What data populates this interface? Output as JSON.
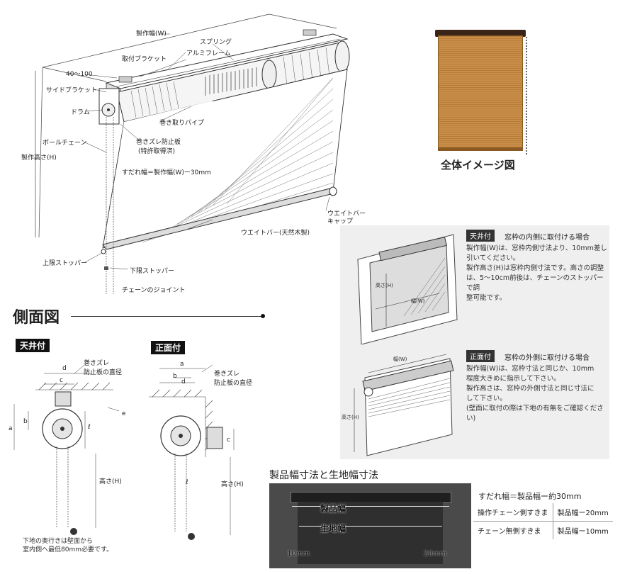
{
  "main_diagram": {
    "labels": {
      "width_w": "製作幅(W)",
      "spring": "スプリング",
      "mount_bracket": "取付ブラケット",
      "aluminum_frame": "アルミフレーム",
      "dim_40_100": "40〜100",
      "side_bracket": "サイドブラケット",
      "drum": "ドラム",
      "winding_pipe": "巻き取りパイプ",
      "ball_chain": "ボールチェーン",
      "anti_slip_plate_1": "巻きズレ防止板",
      "anti_slip_plate_2": "(特許取得済)",
      "height_h": "製作高さ(H)",
      "fabric_width": "すだれ幅＝製作幅(W)ー30mm",
      "weight_bar_cap_1": "ウエイトバー",
      "weight_bar_cap_2": "キャップ",
      "weight_bar": "ウエイトバー(天然木製)",
      "upper_stopper": "上限ストッパー",
      "lower_stopper": "下限ストッパー",
      "chain_joint": "チェーンのジョイント"
    }
  },
  "product_image": {
    "caption": "全体イメージ図"
  },
  "side_view": {
    "title": "側面図",
    "ceiling": {
      "tag": "天井付",
      "labels": {
        "d": "d",
        "c": "c",
        "a": "a",
        "b": "b",
        "l": "ℓ",
        "e": "e",
        "height": "高さ(H)"
      },
      "anti_slip_1": "巻きズレ",
      "anti_slip_2": "防止板の直径",
      "note": "下地の奥行きは壁面から\n室内側へ最低80mm必要です。"
    },
    "front": {
      "tag": "正面付",
      "labels": {
        "a": "a",
        "b": "b",
        "d": "d",
        "c": "c",
        "l": "ℓ",
        "height": "高さ(H)"
      },
      "anti_slip_1": "巻きズレ",
      "anti_slip_2": "防止板の直径"
    }
  },
  "mounting": {
    "inside": {
      "tag": "天井付",
      "heading": "窓枠の内側に取付ける場合",
      "text": "製作幅(W)は、窓枠内側寸法より、10mm差し\n引いてください。\n製作高さ(H)は窓枠内側寸法です。高さの調整\nは、5〜10cm前後は、チェーンのストッパーで調\n整可能です。",
      "dim_h": "高さ(H)",
      "dim_w": "幅(W)"
    },
    "outside": {
      "tag": "正面付",
      "heading": "窓枠の外側に取付ける場合",
      "text": "製作幅(W)は、窓枠寸法と同じか、10mm\n程度大きめに指示して下さい。\n製作高さは、窓枠の外側寸法と同じ寸法に\nして下さい。\n(壁面に取付の際は下地の有無をご確認ください)",
      "dim_h": "高さ(H)",
      "dim_w": "幅(W)"
    }
  },
  "dimensions": {
    "title": "製品幅寸法と生地幅寸法",
    "photo_labels": {
      "product_width": "製品幅",
      "fabric_width": "生地幅",
      "left_gap": "10mm",
      "right_gap": "20mm"
    },
    "formula": "すだれ幅＝製品幅ー約30mm",
    "table": [
      {
        "label": "操作チェーン側すきま",
        "value": "製品幅ー20mm"
      },
      {
        "label": "チェーン無側すきま",
        "value": "製品幅ー10mm"
      }
    ]
  },
  "colors": {
    "bamboo": "#c98f4a",
    "bamboo_dark": "#8a5a22",
    "bracket": "#3a2418",
    "photo_bg": "#4a4a4a"
  }
}
